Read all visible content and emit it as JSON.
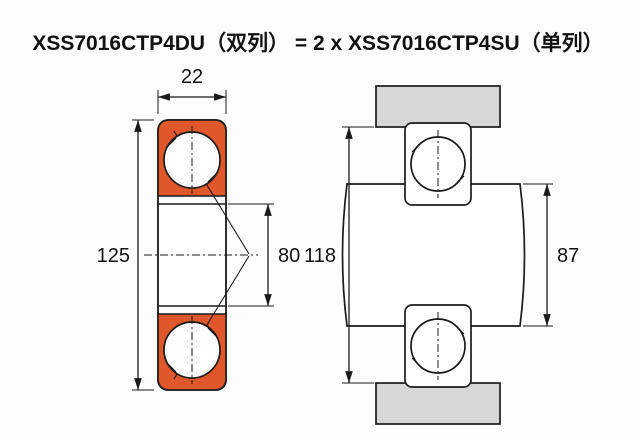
{
  "title": "XSS7016CTP4DU（双列） = 2 x XSS7016CTP4SU（单列）",
  "left_view": {
    "dims": {
      "width": "22",
      "outer_diameter": "125",
      "bore": "80"
    }
  },
  "right_view": {
    "dims": {
      "housing_shoulder": "118",
      "shaft_shoulder": "87"
    }
  },
  "colors": {
    "ring": "#E0572B",
    "housing": "#D7D7D7",
    "line": "#1A1A1A",
    "background": "#FDFDFD"
  }
}
